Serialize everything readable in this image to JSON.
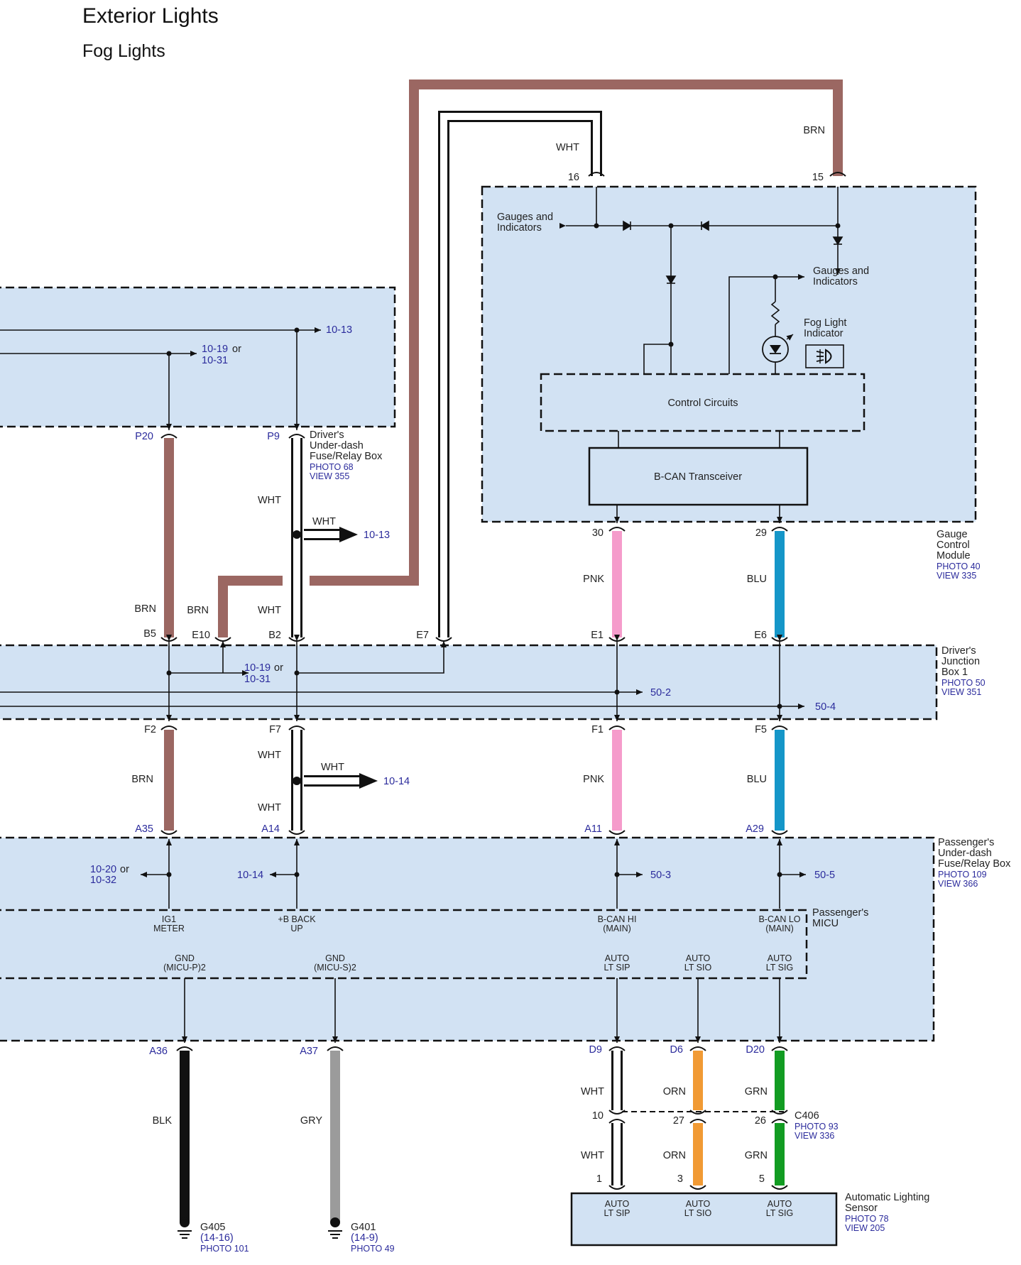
{
  "header": {
    "title": "Exterior Lights",
    "subtitle": "Fog Lights"
  },
  "colors": {
    "box_fill": "#d2e2f3",
    "BRN": "#9b6762",
    "PNK": "#f59ccb",
    "BLU": "#1596c8",
    "ORN": "#f19a34",
    "GRN": "#129c22",
    "BLK": "#111111",
    "GRY": "#9b9b9b",
    "WHT": "#ffffff",
    "ref_blue": "#2b2b9c"
  },
  "wire_colors": {
    "brn": "BRN",
    "wht": "WHT",
    "pnk": "PNK",
    "blu": "BLU",
    "blk": "BLK",
    "gry": "GRY",
    "orn": "ORN",
    "grn": "GRN"
  },
  "pins": {
    "p16": "16",
    "p15": "15",
    "p30": "30",
    "p29": "29",
    "P20": "P20",
    "P9": "P9",
    "B5": "B5",
    "E10": "E10",
    "B2": "B2",
    "E7": "E7",
    "E1": "E1",
    "E6": "E6",
    "F2": "F2",
    "F7": "F7",
    "F1": "F1",
    "F5": "F5",
    "A35": "A35",
    "A14": "A14",
    "A11": "A11",
    "A29": "A29",
    "A36": "A36",
    "A37": "A37",
    "D9": "D9",
    "D6": "D6",
    "D20": "D20",
    "c10": "10",
    "c27": "27",
    "c26": "26",
    "s1": "1",
    "s3": "3",
    "s5": "5"
  },
  "refs": {
    "r1013a": "10-13",
    "r1013b": "10-13",
    "r1019": "10-19",
    "r1031": "10-31",
    "r1019b": "10-19",
    "r1031b": "10-31",
    "r502": "50-2",
    "r504": "50-4",
    "r1014a": "10-14",
    "r1020": "10-20",
    "r1032": "10-32",
    "r1014b": "10-14",
    "r503": "50-3",
    "r505": "50-5",
    "or": "or"
  },
  "gauge": {
    "gi_top_1": "Gauges and",
    "gi_top_2": "Indicators",
    "gi_right_1": "Gauges and",
    "gi_right_2": "Indicators",
    "fog_1": "Fog Light",
    "fog_2": "Indicator",
    "control": "Control Circuits",
    "bcan": "B-CAN Transceiver",
    "name_1": "Gauge",
    "name_2": "Control",
    "name_3": "Module",
    "photo": "PHOTO 40",
    "view": "VIEW 335"
  },
  "driver_fuse": {
    "name_1": "Driver's",
    "name_2": "Under-dash",
    "name_3": "Fuse/Relay Box",
    "photo": "PHOTO 68",
    "view": "VIEW 355"
  },
  "junction": {
    "name_1": "Driver's",
    "name_2": "Junction",
    "name_3": "Box 1",
    "photo": "PHOTO 50",
    "view": "VIEW 351"
  },
  "pass_fuse": {
    "name_1": "Passenger's",
    "name_2": "Under-dash",
    "name_3": "Fuse/Relay Box",
    "photo": "PHOTO 109",
    "view": "VIEW 366"
  },
  "micu": {
    "name_1": "Passenger's",
    "name_2": "MICU",
    "ig1_1": "IG1",
    "ig1_2": "METER",
    "bb_1": "+B BACK",
    "bb_2": "UP",
    "bhi_1": "B-CAN HI",
    "bhi_2": "(MAIN)",
    "blo_1": "B-CAN LO",
    "blo_2": "(MAIN)",
    "gp_1": "GND",
    "gp_2": "(MICU-P)2",
    "gs_1": "GND",
    "gs_2": "(MICU-S)2",
    "sip_1": "AUTO",
    "sip_2": "LT SIP",
    "sio_1": "AUTO",
    "sio_2": "LT SIO",
    "sig_1": "AUTO",
    "sig_2": "LT SIG"
  },
  "c406": {
    "name": "C406",
    "photo": "PHOTO 93",
    "view": "VIEW 336"
  },
  "sensor": {
    "name_1": "Automatic Lighting",
    "name_2": "Sensor",
    "photo": "PHOTO 78",
    "view": "VIEW 205",
    "sip_1": "AUTO",
    "sip_2": "LT SIP",
    "sio_1": "AUTO",
    "sio_2": "LT SIO",
    "sig_1": "AUTO",
    "sig_2": "LT SIG"
  },
  "grounds": {
    "g405": "G405",
    "g405_ref": "(14-16)",
    "g405_photo": "PHOTO 101",
    "g401": "G401",
    "g401_ref": "(14-9)",
    "g401_photo": "PHOTO 49"
  }
}
